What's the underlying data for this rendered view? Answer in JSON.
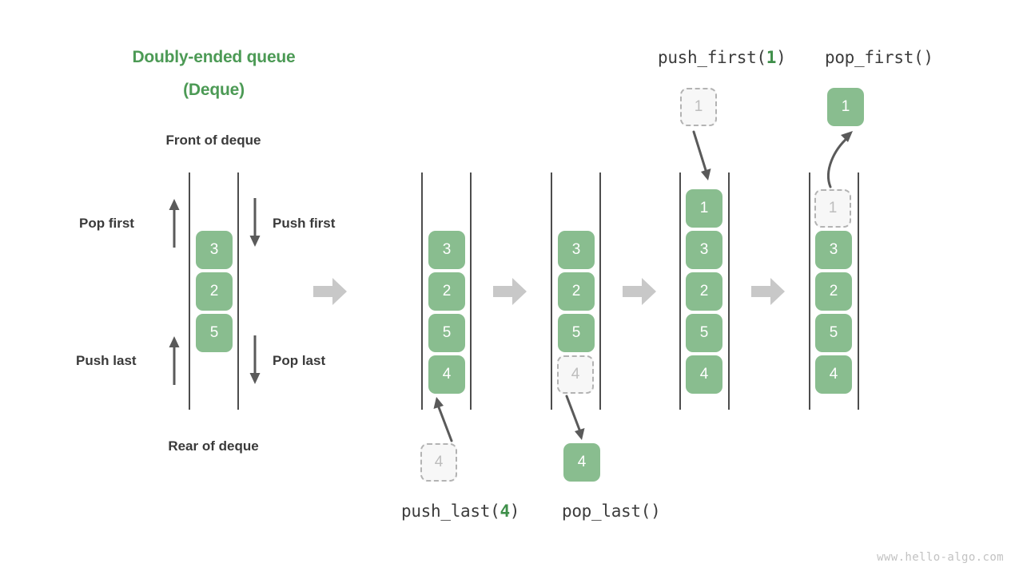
{
  "title": {
    "line1": "Doubly-ended queue",
    "line2": "(Deque)",
    "color": "#4c9a55"
  },
  "labels": {
    "front_of_deque": "Front of deque",
    "rear_of_deque": "Rear of deque",
    "pop_first": "Pop first",
    "push_first": "Push first",
    "push_last": "Push last",
    "pop_last": "Pop last"
  },
  "operations": {
    "push_first": {
      "name": "push_first(",
      "arg": "1",
      "close": ")"
    },
    "pop_first": {
      "name": "pop_first()",
      "arg": "",
      "close": ""
    },
    "push_last": {
      "name": "push_last(",
      "arg": "4",
      "close": ")"
    },
    "pop_last": {
      "name": "pop_last()",
      "arg": "",
      "close": ""
    }
  },
  "colors": {
    "cell_green": "#89bd8f",
    "title_green": "#4c9a55",
    "arg_green": "#3f8f4a",
    "ghost_fill": "#f7f7f7",
    "ghost_border": "#b3b3b3",
    "ghost_text": "#bdbdbd",
    "rail": "#4d4d4d",
    "block_arrow": "#c8c8c8",
    "thin_arrow": "#5a5a5a",
    "text": "#3a3a3a",
    "watermark": "#c2c2c2"
  },
  "panels": [
    {
      "id": "initial",
      "cells": [
        "3",
        "2",
        "5"
      ],
      "ghost": null
    },
    {
      "id": "before-push-last",
      "cells": [
        "3",
        "2",
        "5",
        "4"
      ],
      "ghost": null,
      "detached": "4"
    },
    {
      "id": "after-push-last",
      "cells": [
        "3",
        "2",
        "5",
        "4"
      ],
      "ghost": null
    },
    {
      "id": "before-pop-last",
      "cells": [
        "3",
        "2",
        "5"
      ],
      "ghost": "4",
      "detached": "4"
    },
    {
      "id": "after-push-first",
      "cells": [
        "1",
        "3",
        "2",
        "5",
        "4"
      ],
      "ghost": null,
      "detached": "1"
    },
    {
      "id": "after-pop-first",
      "cells": [
        "3",
        "2",
        "5",
        "4"
      ],
      "ghost": "1",
      "detached": "1"
    }
  ],
  "detached_cells": {
    "push_last_source": "4",
    "pop_last_result": "4",
    "push_first_source": "1",
    "pop_first_result": "1"
  },
  "watermark": "www.hello-algo.com"
}
